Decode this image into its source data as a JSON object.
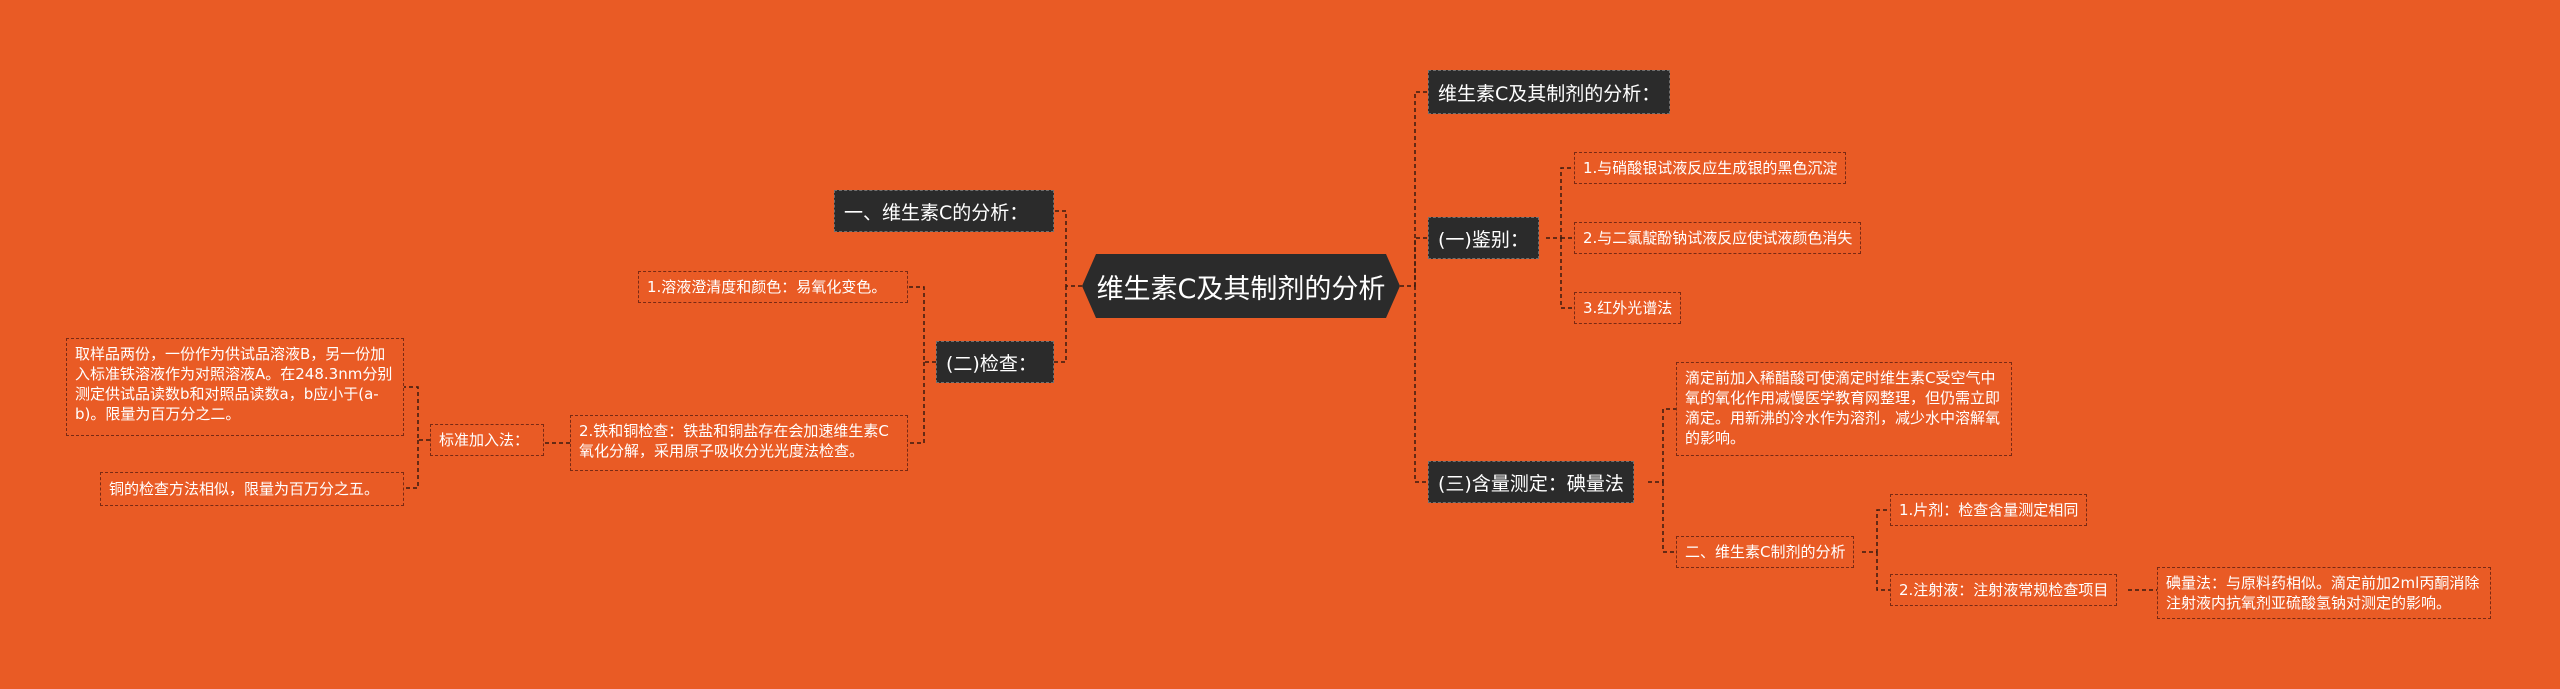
{
  "root": "维生素C及其制剂的分析",
  "right": {
    "title": "维生素C及其制剂的分析：",
    "identify": {
      "label": "(一)鉴别：",
      "items": [
        "1.与硝酸银试液反应生成银的黑色沉淀",
        "2.与二氯靛酚钠试液反应使试液颜色消失",
        "3.红外光谱法"
      ]
    },
    "assay": {
      "label": "(三)含量测定：碘量法",
      "note": "滴定前加入稀醋酸可使滴定时维生素C受空气中氧的氧化作用减慢医学教育网整理，但仍需立即滴定。用新沸的冷水作为溶剂，减少水中溶解氧的影响。",
      "prep": {
        "label": "二、维生素C制剂的分析",
        "tablet": "1.片剂：检查含量测定相同",
        "injection": "2.注射液：注射液常规检查项目",
        "injection_note": "碘量法：与原料药相似。滴定前加2ml丙酮消除注射液内抗氧剂亚硫酸氢钠对测定的影响。"
      }
    }
  },
  "left": {
    "analysis": "一、维生素C的分析：",
    "check": {
      "label": "(二)检查：",
      "clarity": "1.溶液澄清度和颜色：易氧化变色。",
      "iron": "2.铁和铜检查：铁盐和铜盐存在会加速维生素C氧化分解，采用原子吸收分光光度法检查。",
      "standard": {
        "label": "标准加入法：",
        "sample": "取样品两份，一份作为供试品溶液B，另一份加入标准铁溶液作为对照溶液A。在248.3nm分别测定供试品读数b和对照品读数a，b应小于(a-b)。限量为百万分之二。",
        "copper": "铜的检查方法相似，限量为百万分之五。"
      }
    }
  },
  "colors": {
    "background": "#E95B25",
    "node": "#2B2B2B",
    "line": "#3A1A0E"
  }
}
